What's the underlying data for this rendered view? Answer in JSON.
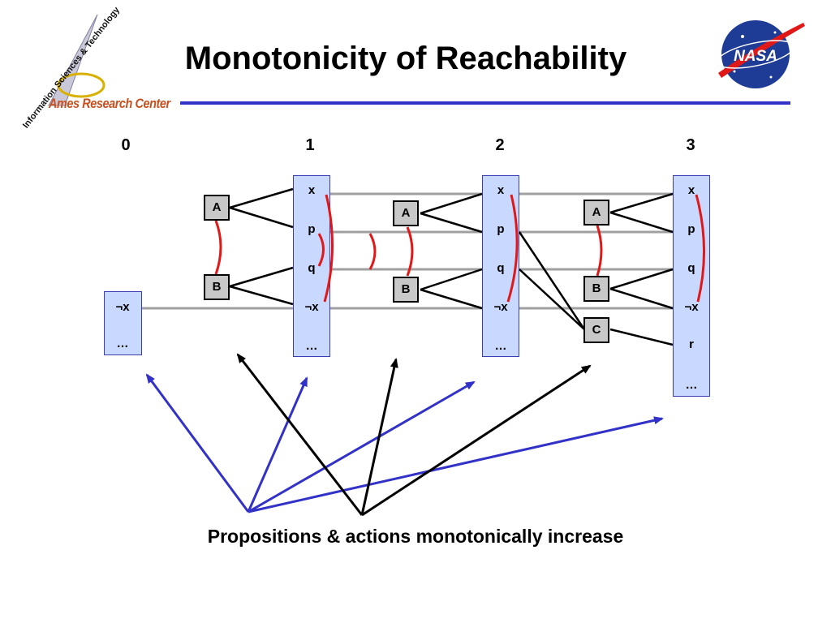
{
  "title": "Monotonicity of Reachability",
  "logo": {
    "organization": "Ames Research Center",
    "division": "Information Sciences & Technology",
    "agency": "NASA"
  },
  "columns": [
    "0",
    "1",
    "2",
    "3"
  ],
  "layers": [
    {
      "name": "layer-0",
      "props": [
        "¬x",
        "…"
      ]
    },
    {
      "name": "layer-1",
      "props": [
        "x",
        "p",
        "q",
        "¬x",
        "…"
      ]
    },
    {
      "name": "layer-2",
      "props": [
        "x",
        "p",
        "q",
        "¬x",
        "…"
      ]
    },
    {
      "name": "layer-3",
      "props": [
        "x",
        "p",
        "q",
        "¬x",
        "r",
        "…"
      ]
    }
  ],
  "actions": {
    "step1": [
      "A",
      "B"
    ],
    "step2": [
      "A",
      "B"
    ],
    "step3": [
      "A",
      "B",
      "C"
    ]
  },
  "caption": "Propositions & actions monotonically increase",
  "colors": {
    "title_rule": "#3232c8",
    "layer_fill": "#c8d8ff",
    "layer_border": "#3c3cb4",
    "action_fill": "#c8c8c8",
    "mutex": "#e01818",
    "persistence": "#a0a0a0",
    "blue_arrow": "#3232c8",
    "black_arrow": "#000000",
    "ames_text": "#c8501e",
    "nasa_blue": "#1e3c96"
  }
}
